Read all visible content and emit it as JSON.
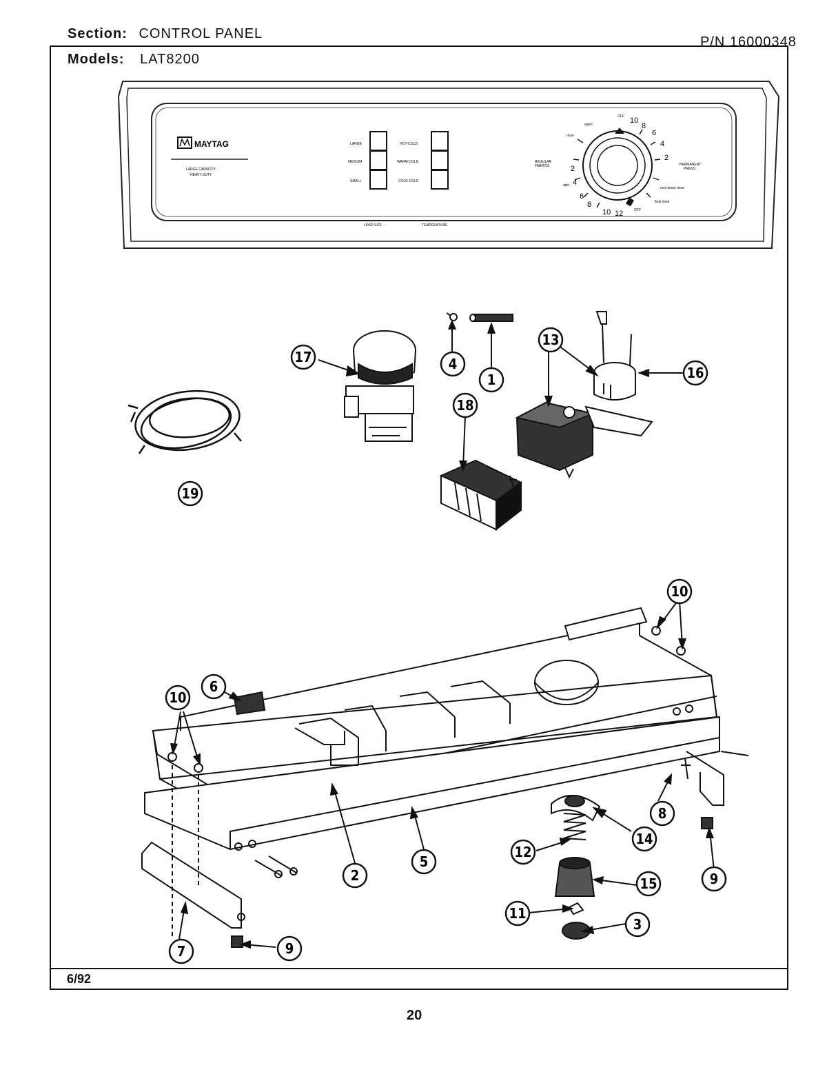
{
  "header": {
    "section_label": "Section:",
    "section_value": "CONTROL PANEL",
    "models_label": "Models:",
    "models_value": "LAT8200",
    "part_number": "P/N 16000348"
  },
  "panel": {
    "brand": "MAYTAG",
    "subtitle_1": "LARGE CAPACITY",
    "subtitle_2": "HEAVY DUTY",
    "load_size_options": [
      "LARGE",
      "MEDIUM",
      "SMALL"
    ],
    "temperature_options": [
      "HOT-COLD",
      "WARM-COLD",
      "COLD-COLD"
    ],
    "load_size_label": "LOAD SIZE",
    "temperature_label": "TEMPERATURE",
    "regular_fabrics_1": "REGULAR",
    "regular_fabrics_2": "FABRICS",
    "permanent_press_1": "PERMANENT",
    "permanent_press_2": "PRESS",
    "dial_labels": {
      "spin": "spin",
      "rinse": "rinse",
      "wash": "wash",
      "off_top": "OFF",
      "off_bottom": "OFF",
      "cool_down_rinse": "cool down rinse",
      "final_rinse": "final rinse"
    },
    "dial_numbers_left": [
      "2",
      "4",
      "6",
      "8",
      "10",
      "12"
    ],
    "dial_numbers_right": [
      "10",
      "8",
      "6",
      "4",
      "2"
    ]
  },
  "callouts": [
    "1",
    "2",
    "3",
    "4",
    "5",
    "6",
    "7",
    "8",
    "9",
    "9",
    "10",
    "10",
    "11",
    "12",
    "13",
    "14",
    "15",
    "16",
    "17",
    "18",
    "19"
  ],
  "footer": {
    "date": "6/92",
    "page": "20"
  }
}
